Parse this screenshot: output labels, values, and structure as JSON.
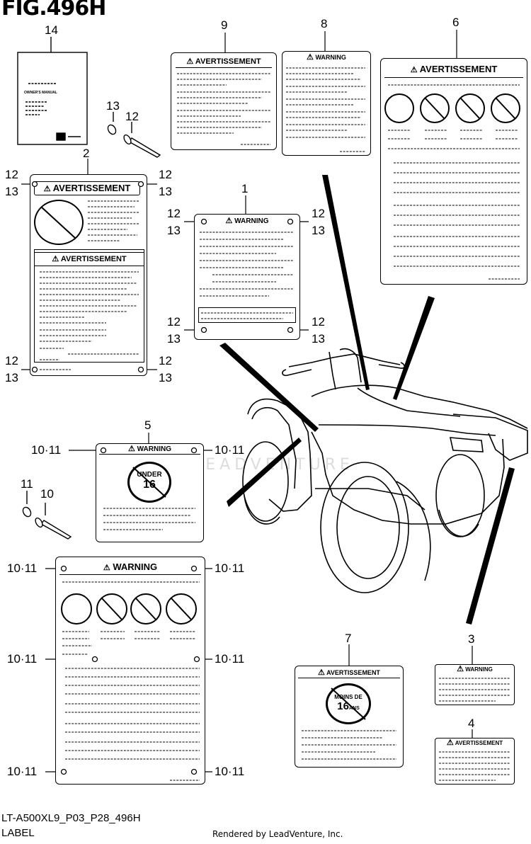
{
  "figure": {
    "title": "FIG.496H",
    "code": "LT-A500XL9_P03_P28_496H",
    "name": "LABEL",
    "rendered_by": "Rendered by LeadVenture, Inc.",
    "watermark": "LEADVENTURE"
  },
  "part_numbers": {
    "p1": "1",
    "p2": "2",
    "p3": "3",
    "p4": "4",
    "p5": "5",
    "p6": "6",
    "p7": "7",
    "p8": "8",
    "p9": "9",
    "p10": "10",
    "p11": "11",
    "p12": "12",
    "p13": "13",
    "p14": "14",
    "pair_12_13_top": "12",
    "pair_12_13_bottom": "13",
    "pair_10_11": "10·11"
  },
  "labels": {
    "warning": "WARNING",
    "avertissement": "AVERTISSEMENT",
    "owners_manual": "OWNER'S MANUAL",
    "under": "UNDER",
    "sixteen": "16",
    "moins_de": "MOINS DE",
    "ans": "ANS"
  }
}
